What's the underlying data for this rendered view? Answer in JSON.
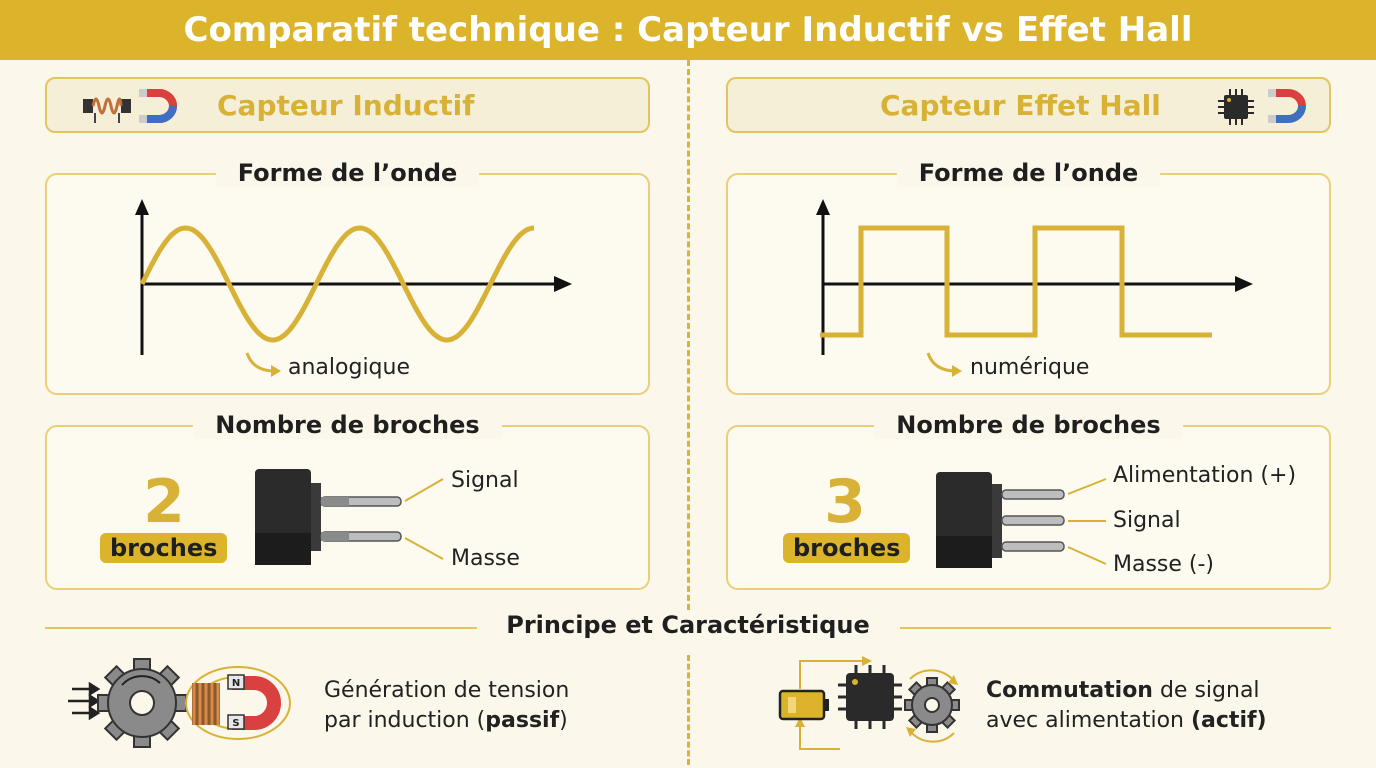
{
  "title": "Comparatif technique : Capteur Inductif vs Effet Hall",
  "left": {
    "header": "Capteur Inductif",
    "waveform_title": "Forme de l’onde",
    "waveform_caption": "analogique",
    "pins_title": "Nombre de broches",
    "pin_count": "2",
    "pin_unit": "broches",
    "pin_labels": [
      "Signal",
      "Masse"
    ]
  },
  "right": {
    "header": "Capteur Effet Hall",
    "waveform_title": "Forme de l’onde",
    "waveform_caption": "numérique",
    "pins_title": "Nombre de broches",
    "pin_count": "3",
    "pin_unit": "broches",
    "pin_labels": [
      "Alimentation (+)",
      "Signal",
      "Masse (-)"
    ]
  },
  "principle": {
    "title": "Principe et Caractéristique",
    "left_line1": "Génération de tension",
    "left_line2_prefix": "par induction (",
    "left_line2_bold": "passif",
    "left_line2_suffix": ")",
    "right_line1_bold": "Commutation",
    "right_line1_rest": " de signal",
    "right_line2_prefix": "avec alimentation ",
    "right_line2_bold": "(actif)",
    "magnet_north": "N",
    "magnet_south": "S"
  },
  "colors": {
    "accent": "#dbb42c",
    "header_text": "#d8b236",
    "magnet_red": "#d94040",
    "magnet_blue": "#3d6fc4",
    "copper": "#c0703a"
  },
  "icons": {
    "left_header": [
      "coil-icon",
      "horseshoe-magnet-icon"
    ],
    "right_header": [
      "chip-icon",
      "horseshoe-magnet-icon"
    ],
    "bottom_left": [
      "gear-icon",
      "coil-icon",
      "horseshoe-magnet-icon"
    ],
    "bottom_right": [
      "battery-icon",
      "chip-icon",
      "gear-icon"
    ]
  }
}
